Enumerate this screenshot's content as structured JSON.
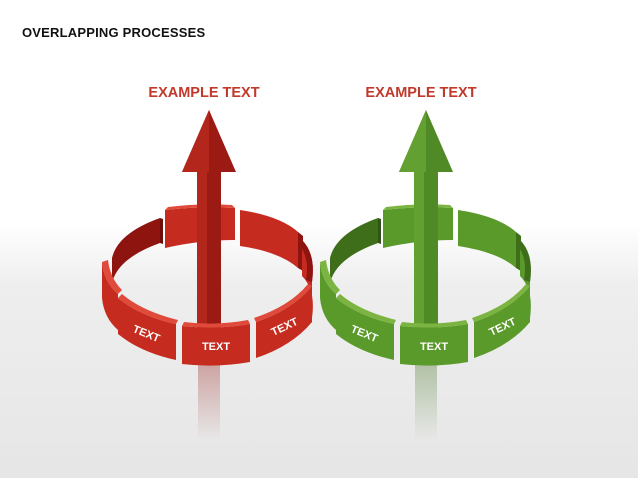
{
  "slide": {
    "title": "OVERLAPPING PROCESSES"
  },
  "groups": [
    {
      "heading": "EXAMPLE TEXT",
      "heading_color": "#c0392b",
      "colors": {
        "light": "#e04a3a",
        "mid": "#c62b1f",
        "dark": "#8e1410",
        "arrow": "#9b1a14",
        "arrow_dark": "#6e0e0a"
      },
      "segments": {
        "left": "TEXT",
        "center": "TEXT",
        "right": "TEXT"
      }
    },
    {
      "heading": "EXAMPLE TEXT",
      "heading_color": "#c0392b",
      "colors": {
        "light": "#7cb442",
        "mid": "#5a9a2a",
        "dark": "#3e6e1a",
        "arrow": "#4f8a26",
        "arrow_dark": "#36621a"
      },
      "segments": {
        "left": "TEXT",
        "center": "TEXT",
        "right": "TEXT"
      }
    }
  ]
}
